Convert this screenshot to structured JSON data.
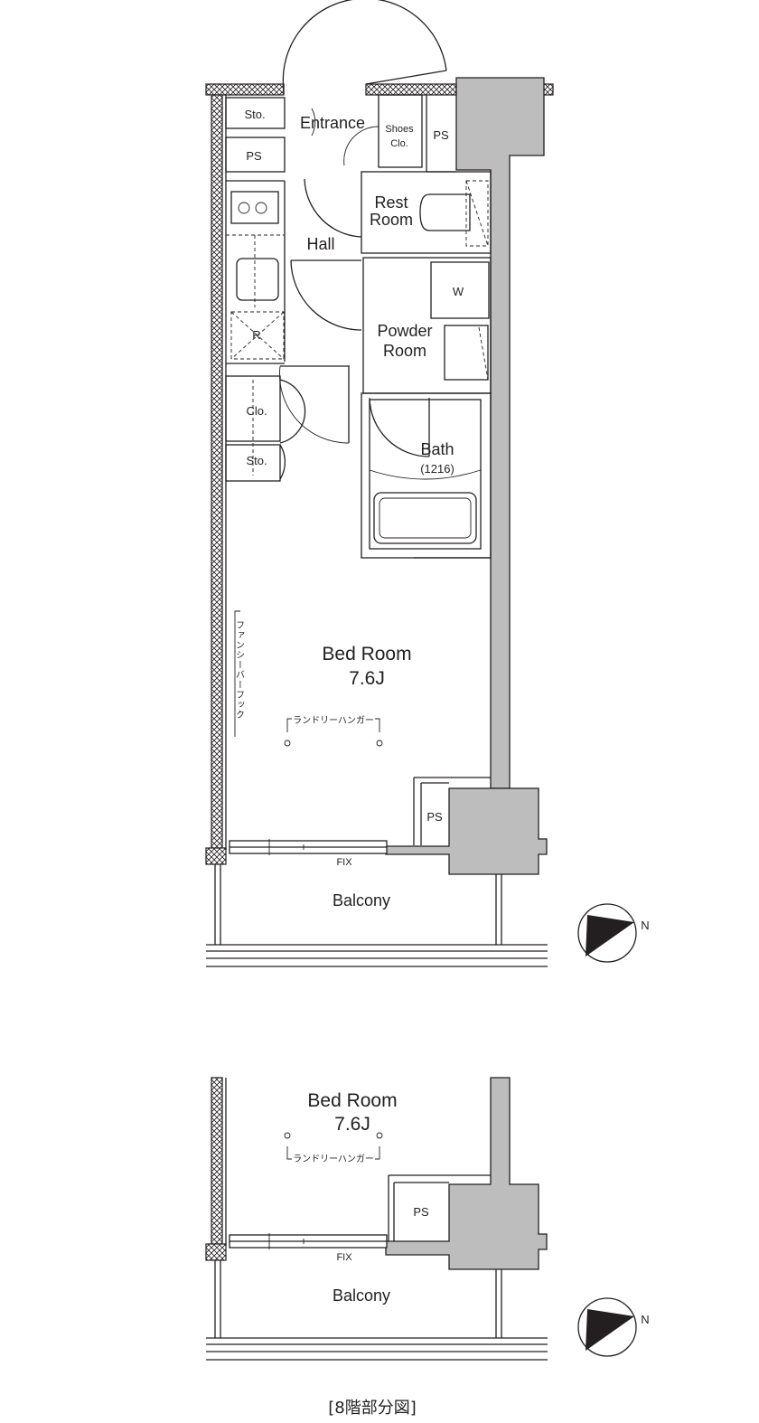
{
  "upper_plan": {
    "rooms": {
      "storage_top": "Sto.",
      "entrance": "Entrance",
      "shoes_closet_line1": "Shoes",
      "shoes_closet_line2": "Clo.",
      "ps_top": "PS",
      "ps_left": "PS",
      "rest_room_line1": "Rest",
      "rest_room_line2": "Room",
      "hall": "Hall",
      "washer": "W",
      "powder_room_line1": "Powder",
      "powder_room_line2": "Room",
      "refrigerator": "R",
      "closet": "Clo.",
      "storage_lower": "Sto.",
      "bath": "Bath",
      "bath_size": "(1216)",
      "bed_room": "Bed Room",
      "bed_room_size": "7.6J",
      "ps_bottom": "PS",
      "balcony": "Balcony"
    },
    "fancy_hook": "ファンシーバーフック",
    "laundry_hanger": "ランドリーハンガー",
    "window_fix": "FIX",
    "compass_north": "N"
  },
  "lower_plan": {
    "rooms": {
      "bed_room": "Bed Room",
      "bed_room_size": "7.6J",
      "ps": "PS",
      "balcony": "Balcony"
    },
    "laundry_hanger": "ランドリーハンガー",
    "window_fix": "FIX",
    "compass_north": "N"
  },
  "caption": "[8階部分図]"
}
